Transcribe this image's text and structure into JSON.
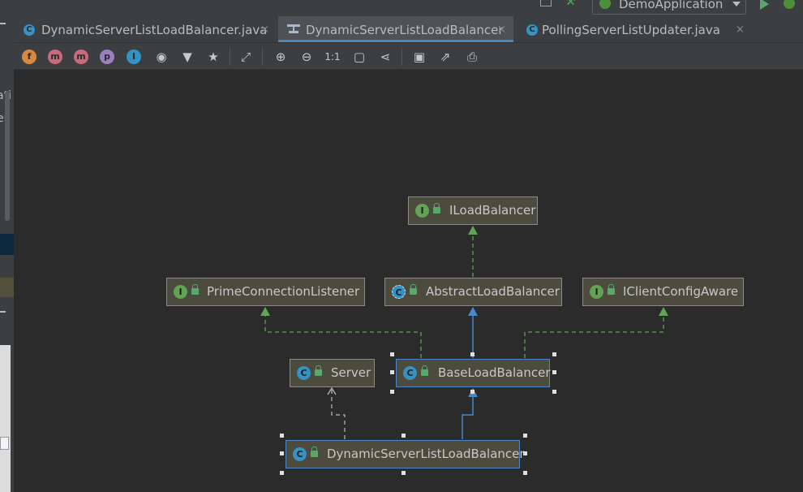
{
  "toolbar_top": {
    "run_config": "DemoApplication"
  },
  "left_panel": {
    "fragment1": "ati",
    "fragment2": "er"
  },
  "tabs": [
    {
      "label": "DynamicServerListLoadBalancer.java",
      "close": "×"
    },
    {
      "label": "DynamicServerListLoadBalancer",
      "close": "×",
      "active": true
    },
    {
      "label": "PollingServerListUpdater.java",
      "close": "×"
    }
  ],
  "diagram_toolbar": {
    "fields": "f",
    "methods_star": "m",
    "methods": "m",
    "properties": "p",
    "inner": "I",
    "actual_size": "1:1",
    "icons": [
      "fields-icon",
      "constructors-icon",
      "methods-icon",
      "properties-icon",
      "inner-classes-icon",
      "visibility-icon",
      "filter-icon",
      "show-dependencies-icon",
      "edge-mode-icon",
      "zoom-in-icon",
      "zoom-out-icon",
      "actual-size-icon",
      "fit-content-icon",
      "layout-icon",
      "save-icon",
      "export-icon",
      "print-icon"
    ]
  },
  "diagram": {
    "nodes": [
      {
        "id": "ILoadBalancer",
        "kind": "I",
        "kind_name": "interface"
      },
      {
        "id": "PrimeConnectionListener",
        "kind": "I",
        "kind_name": "interface"
      },
      {
        "id": "AbstractLoadBalancer",
        "kind": "C",
        "kind_name": "abstract-class"
      },
      {
        "id": "IClientConfigAware",
        "kind": "I",
        "kind_name": "interface"
      },
      {
        "id": "Server",
        "kind": "C",
        "kind_name": "class"
      },
      {
        "id": "BaseLoadBalancer",
        "kind": "C",
        "kind_name": "class"
      },
      {
        "id": "DynamicServerListLoadBalancer",
        "kind": "C",
        "kind_name": "class"
      }
    ],
    "colors": {
      "implements": "#62a355",
      "extends": "#4a88c7",
      "dependency": "#bbbbbb",
      "node_fill": "#4d4a3e"
    }
  }
}
